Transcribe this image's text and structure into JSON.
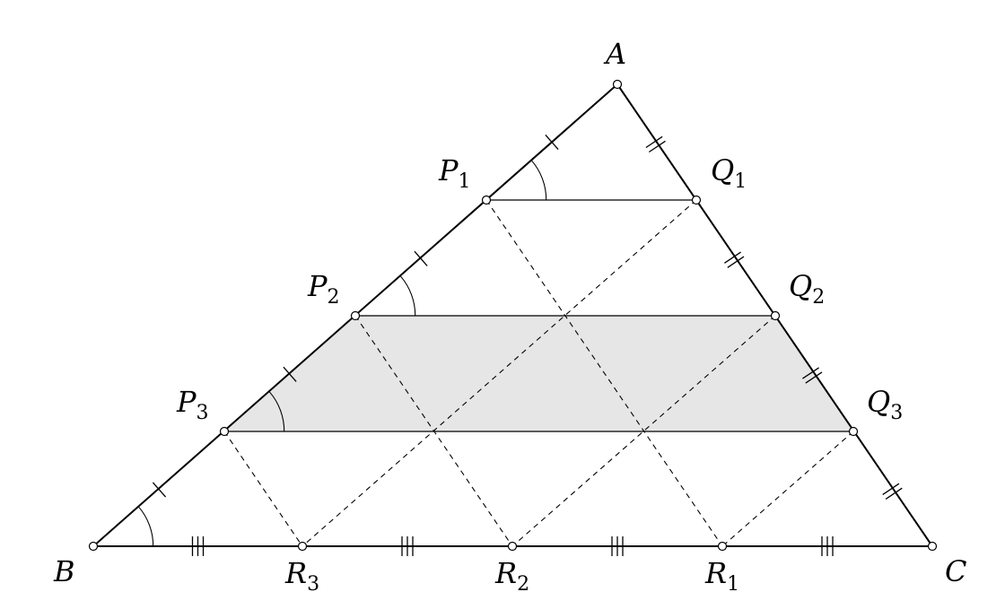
{
  "points": {
    "A": {
      "label": "A",
      "sub": ""
    },
    "B": {
      "label": "B",
      "sub": ""
    },
    "C": {
      "label": "C",
      "sub": ""
    },
    "P1": {
      "label": "P",
      "sub": "1"
    },
    "P2": {
      "label": "P",
      "sub": "2"
    },
    "P3": {
      "label": "P",
      "sub": "3"
    },
    "Q1": {
      "label": "Q",
      "sub": "1"
    },
    "Q2": {
      "label": "Q",
      "sub": "2"
    },
    "Q3": {
      "label": "Q",
      "sub": "3"
    },
    "R1": {
      "label": "R",
      "sub": "1"
    },
    "R2": {
      "label": "R",
      "sub": "2"
    },
    "R3": {
      "label": "R",
      "sub": "3"
    }
  },
  "colors": {
    "stroke": "#000000",
    "shaded_region": "#e6e6e6",
    "background": "#ffffff"
  }
}
